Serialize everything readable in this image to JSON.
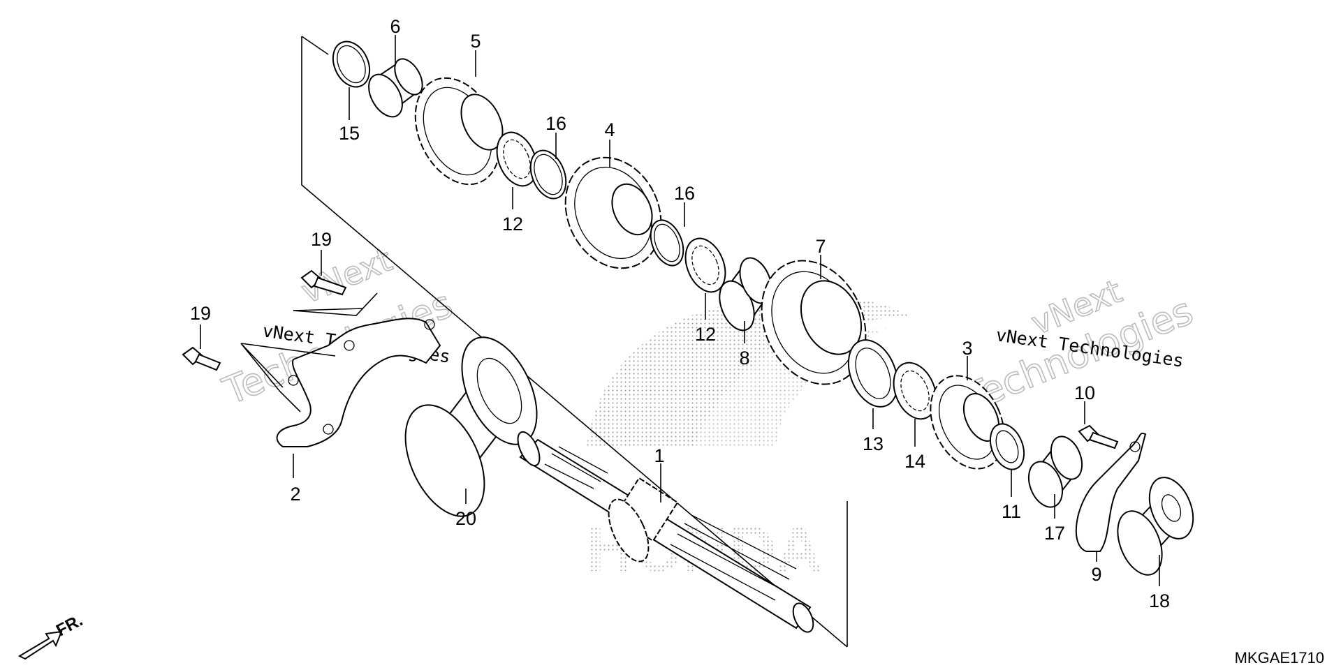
{
  "diagram": {
    "catalog_code": "MKGAE1710",
    "direction_label": "FR.",
    "watermark_text": "vNext Technologies",
    "watermark_words": [
      "vNext",
      "Technologies"
    ],
    "brand_logo_text": "HONDA",
    "callouts": [
      {
        "id": "1",
        "text": "1"
      },
      {
        "id": "2",
        "text": "2"
      },
      {
        "id": "3",
        "text": "3"
      },
      {
        "id": "4",
        "text": "4"
      },
      {
        "id": "5",
        "text": "5"
      },
      {
        "id": "6",
        "text": "6"
      },
      {
        "id": "7",
        "text": "7"
      },
      {
        "id": "8",
        "text": "8"
      },
      {
        "id": "9",
        "text": "9"
      },
      {
        "id": "10",
        "text": "10"
      },
      {
        "id": "11",
        "text": "11"
      },
      {
        "id": "12a",
        "text": "12"
      },
      {
        "id": "12b",
        "text": "12"
      },
      {
        "id": "13",
        "text": "13"
      },
      {
        "id": "14",
        "text": "14"
      },
      {
        "id": "15",
        "text": "15"
      },
      {
        "id": "16a",
        "text": "16"
      },
      {
        "id": "16b",
        "text": "16"
      },
      {
        "id": "17",
        "text": "17"
      },
      {
        "id": "18",
        "text": "18"
      },
      {
        "id": "19a",
        "text": "19"
      },
      {
        "id": "19b",
        "text": "19"
      },
      {
        "id": "20",
        "text": "20"
      }
    ]
  }
}
